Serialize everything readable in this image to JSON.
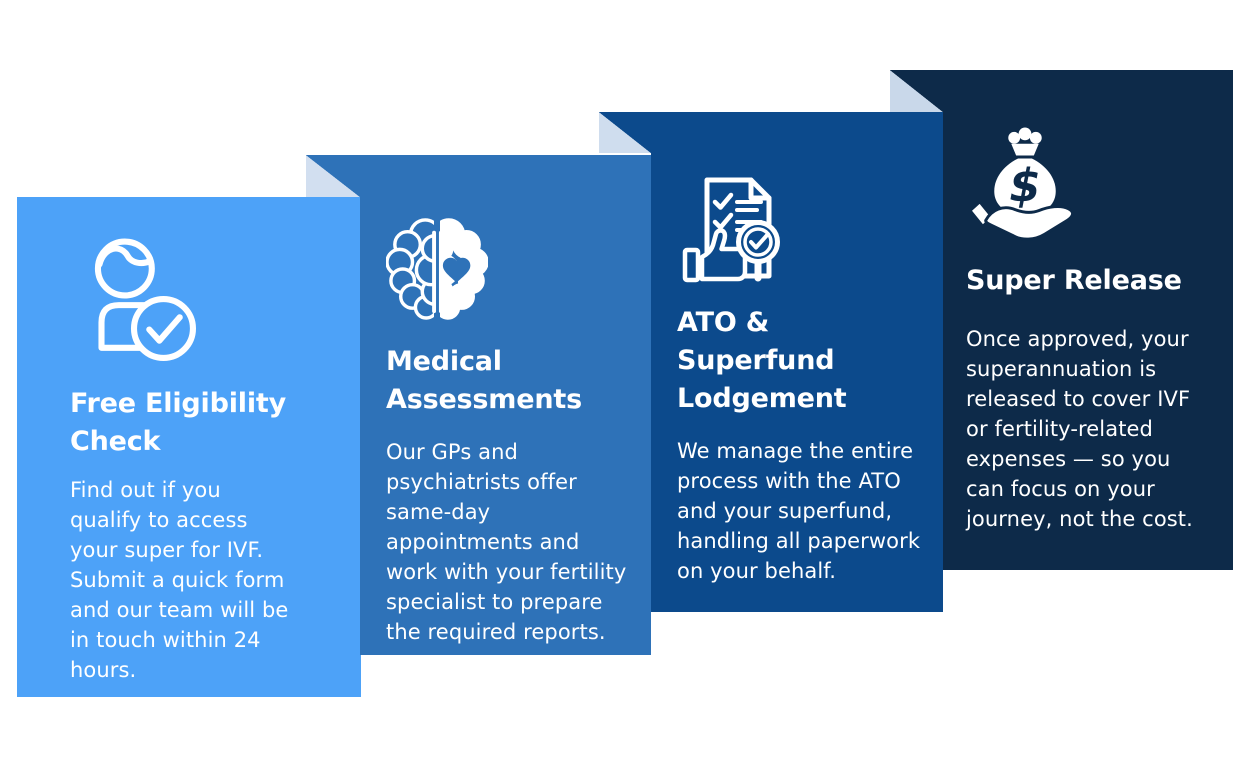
{
  "infographic": {
    "background_color": "#FFFFFF",
    "text_color": "#FFFFFF",
    "fold_color": "#CFDDEE",
    "cards": [
      {
        "title": "Free Eligibility Check",
        "body": "Find out if you qualify to access your super for IVF. Submit a quick form and our team will be in touch within 24 hours.",
        "icon": "person-check-icon",
        "color": "#4DA2F8"
      },
      {
        "title": "Medical Assessments",
        "body": "Our GPs and psychiatrists offer same-day appointments and work with your fertility specialist to prepare the required reports.",
        "icon": "brain-heart-icon",
        "color": "#2E72B8"
      },
      {
        "title": "ATO & Superfund Lodgement",
        "body": "We manage the entire process with the ATO and your superfund, handling all paperwork on your behalf.",
        "icon": "document-check-icon",
        "color": "#0C4A8C"
      },
      {
        "title": "Super Release",
        "body": "Once approved, your superannuation is released to cover IVF or fertility-related expenses — so you can focus on your journey, not the cost.",
        "icon": "money-bag-hand-icon",
        "color": "#0D2A49"
      }
    ]
  }
}
